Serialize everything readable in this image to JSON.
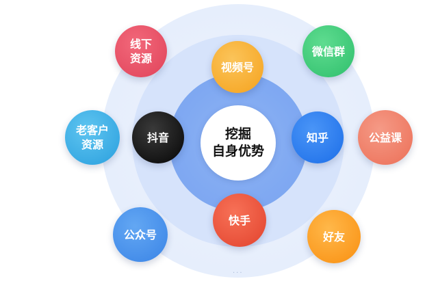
{
  "center": {
    "line1": "挖掘",
    "line2": "自身优势"
  },
  "nodes": {
    "xianxia": {
      "line1": "线下",
      "line2": "资源"
    },
    "shipinhao": {
      "label": "视频号"
    },
    "weixinqun": {
      "label": "微信群"
    },
    "laokehu": {
      "line1": "老客户",
      "line2": "资源"
    },
    "douyin": {
      "label": "抖音"
    },
    "zhihu": {
      "label": "知乎"
    },
    "gongyike": {
      "label": "公益课"
    },
    "gongzhonghao": {
      "label": "公众号"
    },
    "kuaishou": {
      "label": "快手"
    },
    "haoyou": {
      "label": "好友"
    }
  },
  "colors": {
    "ring_outer": "#e6eefc",
    "ring_mid": "#d6e3fb",
    "ring_inner": "#80a9f2",
    "xianxia": "#e0435a",
    "shipinhao": "#f5a21d",
    "weixinqun": "#2fbf6c",
    "laokehu": "#2a9fde",
    "douyin": "#050505",
    "zhihu": "#1c6ee8",
    "gongyike": "#ec6f57",
    "gongzhonghao": "#3a84e6",
    "kuaishou": "#e2432d",
    "haoyou": "#f98f10"
  }
}
